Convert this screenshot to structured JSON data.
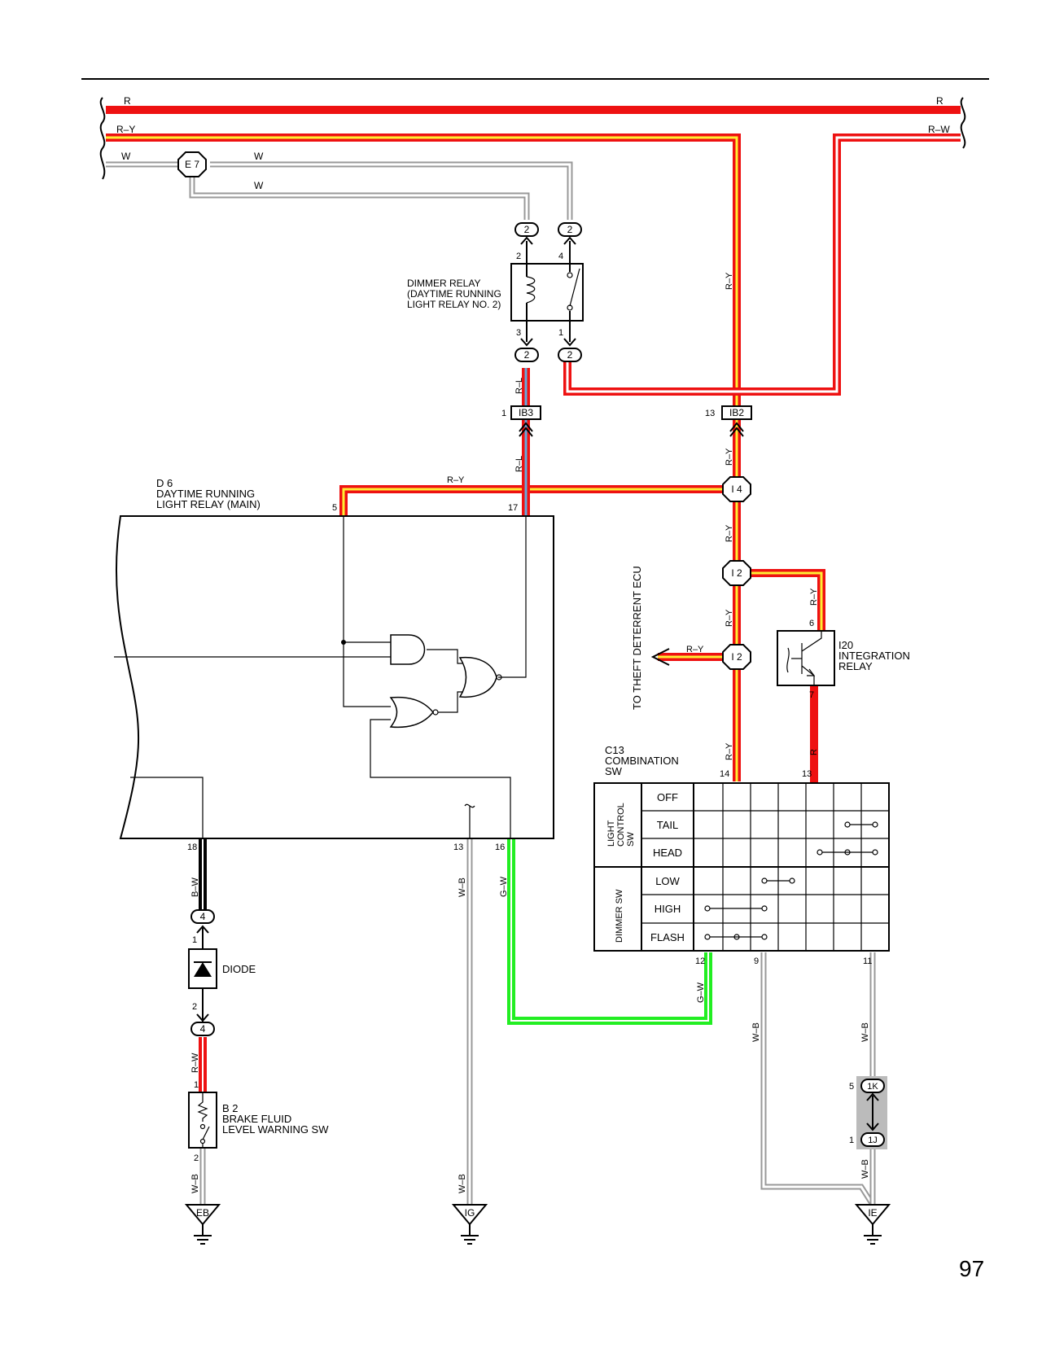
{
  "page_number": "97",
  "bus": {
    "left": {
      "r": "R",
      "ry": "R–Y",
      "w": "W"
    },
    "right": {
      "r": "R",
      "rw": "R–W"
    },
    "w_top": "W",
    "w_lower": "W"
  },
  "splices": {
    "e7": "E 7",
    "i4": "I 4",
    "i2a": "I 2",
    "i2b": "I 2"
  },
  "dimmer_relay": {
    "label_lines": [
      "DIMMER RELAY",
      "(DAYTIME RUNNING",
      " LIGHT RELAY NO. 2)"
    ],
    "connector_top_left": "2",
    "connector_top_right": "2",
    "connector_bot_left": "2",
    "connector_bot_right": "2",
    "pin_top_left": "2",
    "pin_top_right": "4",
    "pin_bot_left": "3",
    "pin_bot_right": "1"
  },
  "junctions": {
    "ib3": "IB3",
    "ib3_pin": "1",
    "ib2": "IB2",
    "ib2_pin": "13"
  },
  "wire_labels": {
    "rl_1": "R–L",
    "rl_2": "R–L",
    "ry_mid": "R–Y",
    "ry_vert_1": "R–Y",
    "ry_vert_2": "R–Y",
    "ry_vert_3": "R–Y",
    "ry_vert_4": "R–Y",
    "ry_vert_5": "R–Y",
    "ry_i20": "R–Y",
    "ry_theft": "R–Y",
    "r_i20": "R",
    "bw": "B–W",
    "wb_ig_1": "W–B",
    "wb_ig_2": "W–B",
    "gw_1": "G–W",
    "gw_2": "G–W",
    "rw": "R–W",
    "wb_eb": "W–B",
    "wb_9": "W–B",
    "wb_11": "W–B",
    "wb_ie": "W–B"
  },
  "d6": {
    "label_lines": [
      "D 6",
      "DAYTIME RUNNING",
      "LIGHT RELAY (MAIN)"
    ],
    "pin_5": "5",
    "pin_17": "17",
    "pin_18": "18",
    "pin_13": "13",
    "pin_16": "16"
  },
  "theft": {
    "label": "TO THEFT DETERRENT ECU"
  },
  "i20": {
    "label_lines": [
      "I20",
      "INTEGRATION",
      "RELAY"
    ],
    "pin_6": "6",
    "pin_7": "7"
  },
  "c13": {
    "label_lines": [
      "C13",
      "COMBINATION",
      "SW"
    ],
    "pin_14": "14",
    "pin_13": "13",
    "pin_12": "12",
    "pin_9": "9",
    "pin_11": "11",
    "group_light": [
      "LIGHT",
      "CONTROL",
      "SW"
    ],
    "group_dimmer": "DIMMER SW",
    "rows": [
      "OFF",
      "TAIL",
      "HEAD",
      "LOW",
      "HIGH",
      "FLASH"
    ]
  },
  "diode": {
    "label": "DIODE",
    "connector_top": "4",
    "connector_bot": "4",
    "pin_1": "1",
    "pin_2": "2"
  },
  "b2": {
    "label_lines": [
      "B 2",
      "BRAKE FLUID",
      "LEVEL WARNING SW"
    ],
    "pin_1": "1",
    "pin_2": "2"
  },
  "jconn": {
    "k": "1K",
    "j": "1J",
    "k_pin": "5",
    "j_pin": "1"
  },
  "grounds": {
    "eb": "EB",
    "ig": "IG",
    "ie": "IE"
  },
  "colors": {
    "red": "#ee1111",
    "yellow": "#ffee33",
    "green": "#22ee22",
    "blue": "#66aadd",
    "gray": "#bbbbbb"
  }
}
